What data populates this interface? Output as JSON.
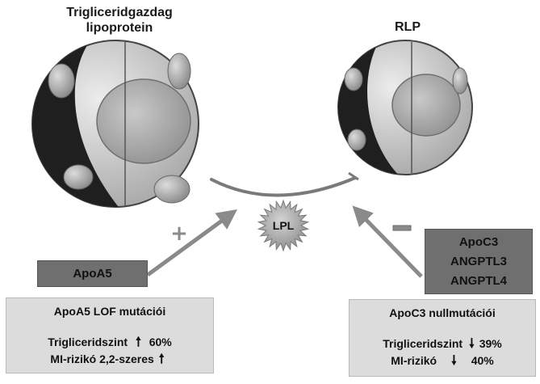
{
  "titles": {
    "left_particle": [
      "Trigliceridgazdag",
      "lipoprotein"
    ],
    "right_particle": "RLP"
  },
  "enzyme": "LPL",
  "signs": {
    "plus": "+",
    "minus": "-"
  },
  "activator_box": {
    "label": "ApoA5"
  },
  "inhibitor_box": {
    "lines": [
      "ApoC3",
      "ANGPTL3",
      "ANGPTL4"
    ]
  },
  "left_info": {
    "title": "ApoA5 LOF mutációi",
    "rows": [
      {
        "label": "Trigliceridszint",
        "arrow": "up-arrow-icon",
        "value": "60%"
      },
      {
        "label": "MI-rizikó 2,2-szeres",
        "arrow": "up-arrow-icon",
        "value": ""
      }
    ]
  },
  "right_info": {
    "title": "ApoC3 nullmutációi",
    "rows": [
      {
        "label": "Trigliceridszint",
        "arrow": "down-arrow-icon",
        "value": "39%"
      },
      {
        "label": "MI-rizikó",
        "arrow": "down-arrow-icon",
        "value": "40%"
      }
    ]
  }
}
